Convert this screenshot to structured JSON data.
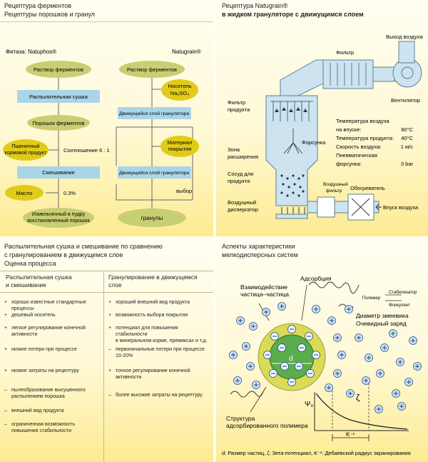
{
  "p1": {
    "title1": "Рецептура ферментов",
    "title2": "Рецептуры порошков и гранул",
    "left_head": "Фитаза: Natuphos®",
    "right_head": "Natugrain®",
    "enzyme_solution": "Раствор ферментов",
    "spray_drying": "Распылительная сушка",
    "enzyme_powder": "Порошок ферментов",
    "wheat_1": "Пшеничный",
    "wheat_2": "кормовой продукт",
    "ratio": "Соотношение 6 : 1",
    "mixing": "Смешивание",
    "oil": "Масло",
    "pct": "0.3%",
    "ground_1": "Измельченный в пудру",
    "ground_2": "восстановленный порошок",
    "enzyme_solution_r": "Раствор ферментов",
    "carrier_1": "Носитель",
    "carrier_2": "Na₂SO₄",
    "fluid_bed_1": "Движущийся слой гранулятора",
    "coating_1": "Материал",
    "coating_2": "покрытия",
    "fluid_bed_2": "Движущийся слой гранулятора",
    "choice": "выбор",
    "granules": "гранулы"
  },
  "p2": {
    "title1": "Рецептура Natugrain®",
    "title2": "в жидком грануляторе с движущимся слоем",
    "air_out": "Выход воздуха",
    "filter": "Фильтр",
    "fan": "Вентилятор",
    "product_filter_1": "Фильтр",
    "product_filter_2": "продукта",
    "nozzle": "Форсунка",
    "expansion_1": "Зона",
    "expansion_2": "расширения",
    "vessel_1": "Сосуд для",
    "vessel_2": "продукта",
    "disperser_1": "Воздушный",
    "disperser_2": "диспергатор",
    "air_filter_1": "Воздушный",
    "air_filter_2": "фильтр",
    "heater": "Обогреватель",
    "air_in": "Впуск воздуха",
    "params": [
      {
        "label": "Температура воздуха",
        "value": ""
      },
      {
        "label": "на впуске:",
        "value": "80°C"
      },
      {
        "label": "Температура продукта:",
        "value": "40°C"
      },
      {
        "label": "Скорость воздуха:",
        "value": "1 м/с"
      },
      {
        "label": "Пневматическая",
        "value": ""
      },
      {
        "label": "форсунка:",
        "value": "3 bar"
      }
    ]
  },
  "p3": {
    "title1": "Распылительная сушка и смешивание по сравнению",
    "title2": "с гранулированием в движущемся слое",
    "title3": "Оценка процесса",
    "left_title_1": "Распылительная сушка",
    "left_title_2": "и смешивание",
    "right_title_1": "Гранулирование в движущемся",
    "right_title_2": "слое",
    "left_rows": [
      {
        "sym": "+",
        "lines": [
          "хорошо известные стандартные процессы"
        ]
      },
      {
        "sym": "+",
        "lines": [
          "дешевый носитель"
        ]
      },
      {
        "sym": "+",
        "lines": [
          "легкое регулирование конечной",
          "активности"
        ]
      },
      {
        "sym": "+",
        "lines": [
          "низкие потери при процессе"
        ]
      },
      {
        "sym": "+",
        "lines": [
          "низкие затраты на рецептуру"
        ]
      },
      {
        "sym": "–",
        "lines": [
          "пылеобразование высушенного",
          "распылением порошка"
        ]
      },
      {
        "sym": "–",
        "lines": [
          "внешний вид продукта"
        ]
      },
      {
        "sym": "–",
        "lines": [
          "ограниченная возможность",
          "повышения стабильности"
        ]
      }
    ],
    "right_rows": [
      {
        "sym": "+",
        "lines": [
          "хороший внешний вид продукта"
        ]
      },
      {
        "sym": "+",
        "lines": [
          "возможность выбора покрытия"
        ]
      },
      {
        "sym": "+",
        "lines": [
          "потенциал для повышения стабильности",
          "в минеральном корме, премиксах и т.д."
        ]
      },
      {
        "sym": "–",
        "lines": [
          "первоначальные потери при процессе",
          "10-20%"
        ]
      },
      {
        "sym": "+",
        "lines": [
          "точное регулирование конечной",
          "активности"
        ]
      },
      {
        "sym": "–",
        "lines": [
          "более высокие затраты на рецептуру"
        ]
      }
    ]
  },
  "p4": {
    "title1": "Аспекты характеристики",
    "title2": "мелкодисперсных систем",
    "interaction_1": "Взаимодействие",
    "interaction_2": "частица–частица",
    "adsorption": "Адсорбция",
    "polymer": "Полимер",
    "stabilizer": "Стабилизатор",
    "flocculant": "Флокулянт",
    "diameter": "Диаметр змеевика",
    "charge": "Очевидный заряд",
    "d_label": "d",
    "psi": "Ψ₀",
    "zeta": "ζ",
    "k_label": "K⁻¹",
    "structure_1": "Структура",
    "structure_2": "адсорбированного полимера",
    "caption": "d: Размер частиц, ζ: Зета-потенциал, K⁻¹: Дебаевский радиус экранирования"
  }
}
